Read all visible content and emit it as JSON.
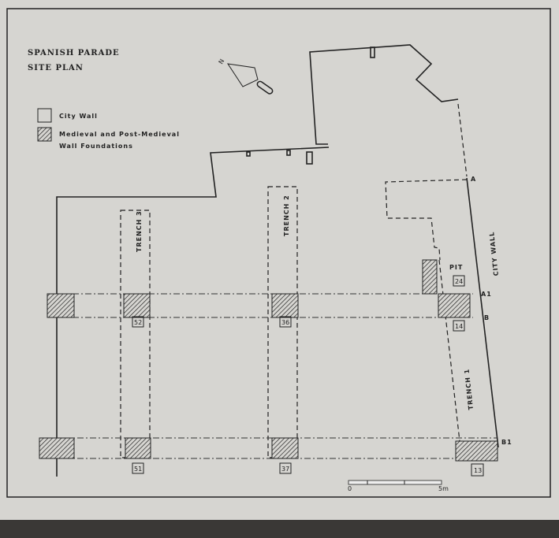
{
  "title": {
    "line1": "SPANISH PARADE",
    "line2": "SITE PLAN"
  },
  "compass": {
    "label": "N"
  },
  "legend": [
    {
      "label": "City Wall"
    },
    {
      "label": "Medieval and Post-Medieval",
      "label2": "Wall Foundations"
    }
  ],
  "trenches": {
    "t1": "TRENCH 1",
    "t2": "TRENCH 2",
    "t3": "TRENCH 3"
  },
  "city_wall_label": "CITY WALL",
  "pit_label": "PIT",
  "points": {
    "a": "A",
    "a1": "A1",
    "b": "B",
    "b1": "B1"
  },
  "context_numbers": {
    "n52": "52",
    "n36": "36",
    "n14": "14",
    "n24": "24",
    "n51": "51",
    "n37": "37",
    "n13": "13"
  },
  "scale": {
    "start": "0",
    "end": "5m"
  }
}
